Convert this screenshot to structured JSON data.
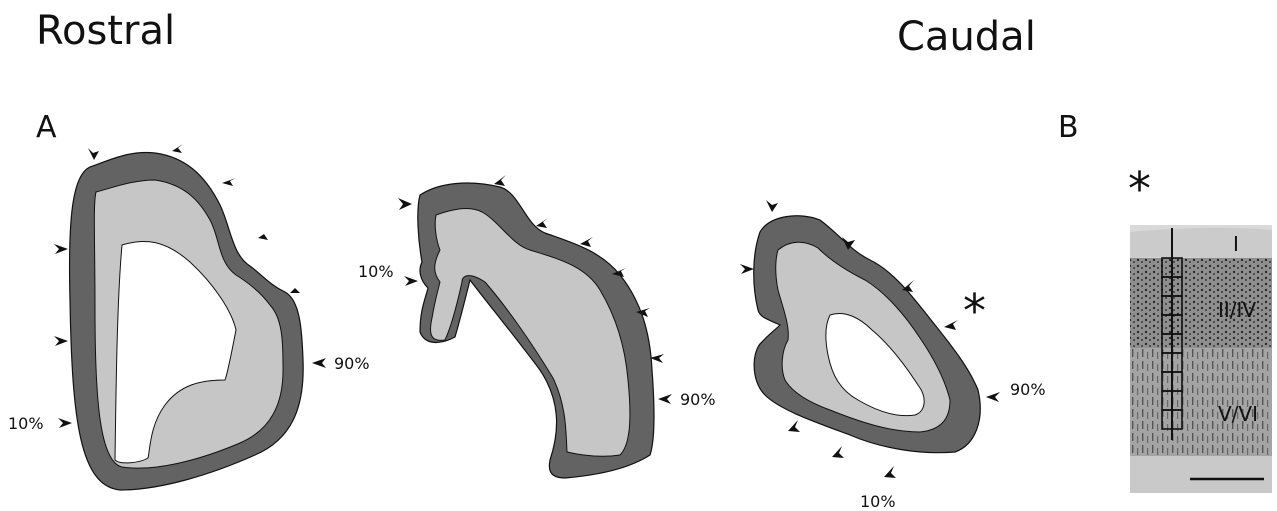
{
  "labels": {
    "rostral": "Rostral",
    "caudal": "Caudal",
    "panel_a": "A",
    "panel_b": "B",
    "pct_10": "10%",
    "pct_90": "90%",
    "asterisk": "*"
  },
  "layers": {
    "layer_1": "I",
    "layer_2_4": "II/IV",
    "layer_5_6": "V/VI"
  },
  "colors": {
    "outer_layer": "#636363",
    "inner_layer": "#c6c6c6",
    "core": "#ffffff",
    "stroke": "#111111"
  }
}
